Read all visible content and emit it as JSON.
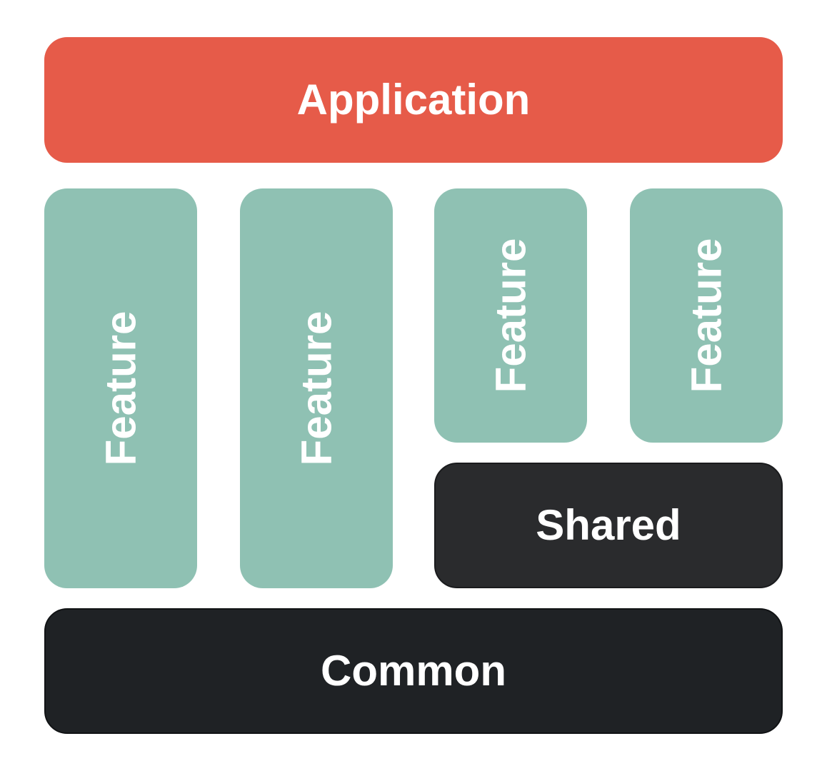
{
  "colors": {
    "application": "#e65b49",
    "feature": "#8fc1b3",
    "shared": "#2a2b2d",
    "common": "#1f2225",
    "text": "#ffffff"
  },
  "layers": {
    "application": {
      "label": "Application"
    },
    "features": [
      {
        "label": "Feature"
      },
      {
        "label": "Feature"
      },
      {
        "label": "Feature"
      },
      {
        "label": "Feature"
      }
    ],
    "shared": {
      "label": "Shared"
    },
    "common": {
      "label": "Common"
    }
  }
}
